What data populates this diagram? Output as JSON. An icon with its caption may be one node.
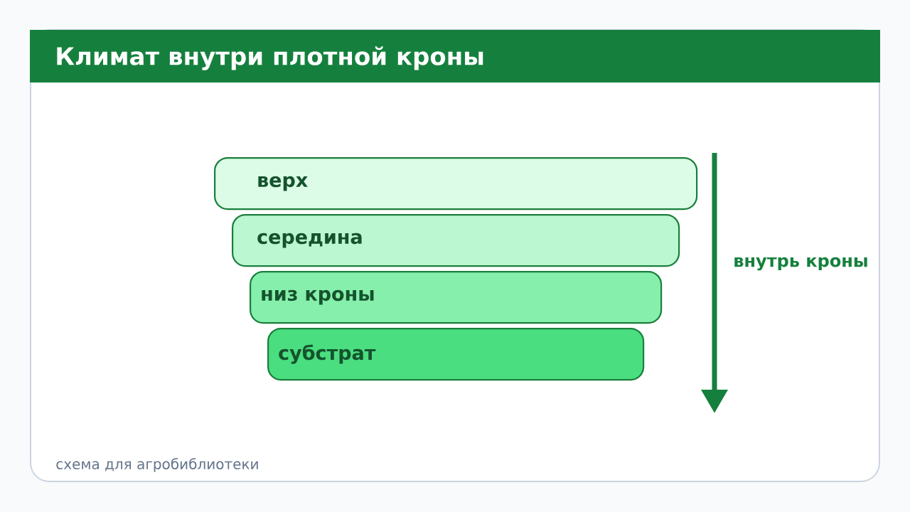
{
  "diagram": {
    "title": "Климат внутри плотной кроны",
    "nodes": [
      {
        "text": [
          "верх"
        ]
      },
      {
        "text": [
          "середина"
        ]
      },
      {
        "text": [
          "низ кроны"
        ]
      },
      {
        "text": [
          "субстрат"
        ]
      }
    ],
    "labels": [
      "внутрь кроны",
      "схема для агробиблиотеки"
    ]
  }
}
